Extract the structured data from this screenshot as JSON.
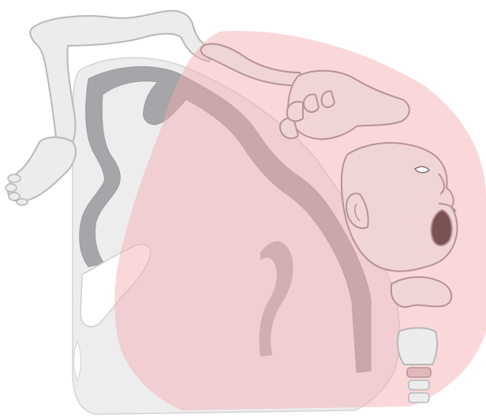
{
  "figure": {
    "subject": "cortical-homunculus",
    "visible_text": [],
    "colors": {
      "background": "#ffffff",
      "cortex_fill": "#ededee",
      "cortex_outline": "#d3d3d6",
      "gray_matter_band": "#a6a6aa",
      "focus_overlay": "#f4a8ae",
      "limb_fill": "#ececec",
      "limb_outline": "#b8b8b8",
      "skin_fill": "#f0d5d6",
      "skin_outline": "#b89294"
    },
    "depicted_parts": [
      "brain-section",
      "leg",
      "foot",
      "hand",
      "head",
      "tongue",
      "larynx",
      "highlight-region"
    ]
  }
}
